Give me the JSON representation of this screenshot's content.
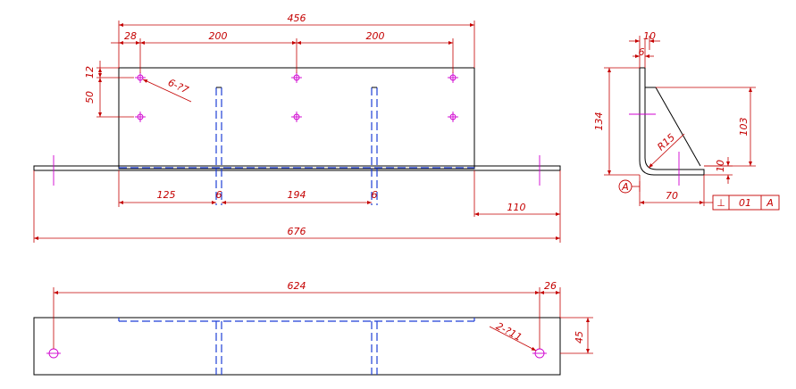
{
  "front_view": {
    "dims": {
      "overall_top": "456",
      "left_offset": "28",
      "pitch_1": "200",
      "pitch_2": "200",
      "hole_callout": "6-?7",
      "top_edge": "12",
      "hole_spacing": "50",
      "rib_offset": "125",
      "rib_thk_1": "6",
      "rib_gap": "194",
      "rib_thk_2": "6",
      "right_ext": "110",
      "overall_base": "676"
    }
  },
  "side_view": {
    "dims": {
      "width_10": "10",
      "thk_6": "6",
      "height_134": "134",
      "height_103": "103",
      "radius": "R15",
      "base_10": "10",
      "base_70": "70"
    },
    "datum": "A",
    "tolerance": {
      "symbol": "⊥",
      "value": "01",
      "datum": "A"
    }
  },
  "plan_view": {
    "dims": {
      "hole_pitch": "624",
      "edge_26": "26",
      "width_45": "45",
      "hole_callout": "2-?11"
    }
  }
}
